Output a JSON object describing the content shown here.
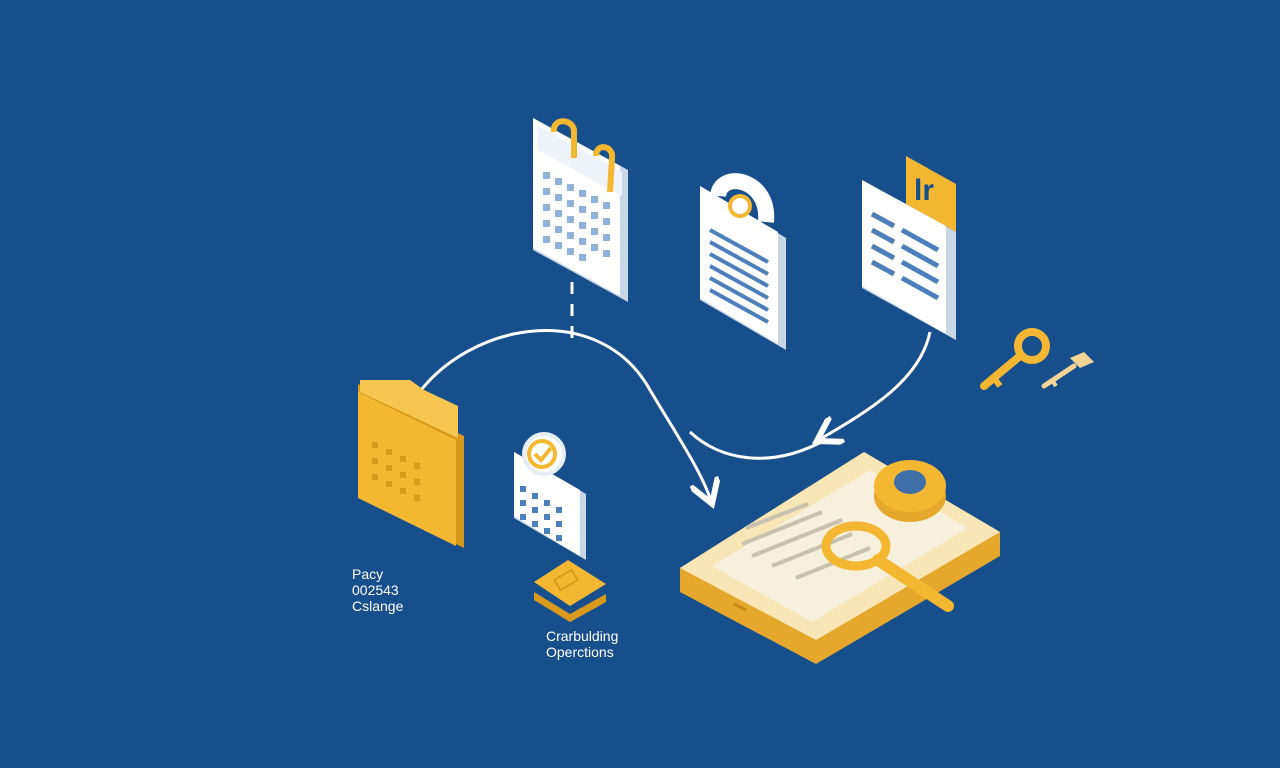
{
  "colors": {
    "background": "#174f8c",
    "accent": "#f4b731",
    "accent_dark": "#d99a1c",
    "paper": "#ffffff",
    "paper_shade": "#dfe7f1",
    "grid_blue": "#6b97c9",
    "line": "#ffffff"
  },
  "icons": [
    "calendar-icon",
    "certificate-document-icon",
    "data-sheet-icon",
    "folder-icon",
    "checklist-icon",
    "chip-icon",
    "key-icon",
    "small-key-icon",
    "document-tablet-icon",
    "magnifying-glass-icon"
  ],
  "labels": {
    "left_block": [
      "Pacy",
      "002543",
      "Cslange"
    ],
    "middle_block": [
      "Crarbulding",
      "Operctions"
    ]
  },
  "sheet_badge": "lr"
}
